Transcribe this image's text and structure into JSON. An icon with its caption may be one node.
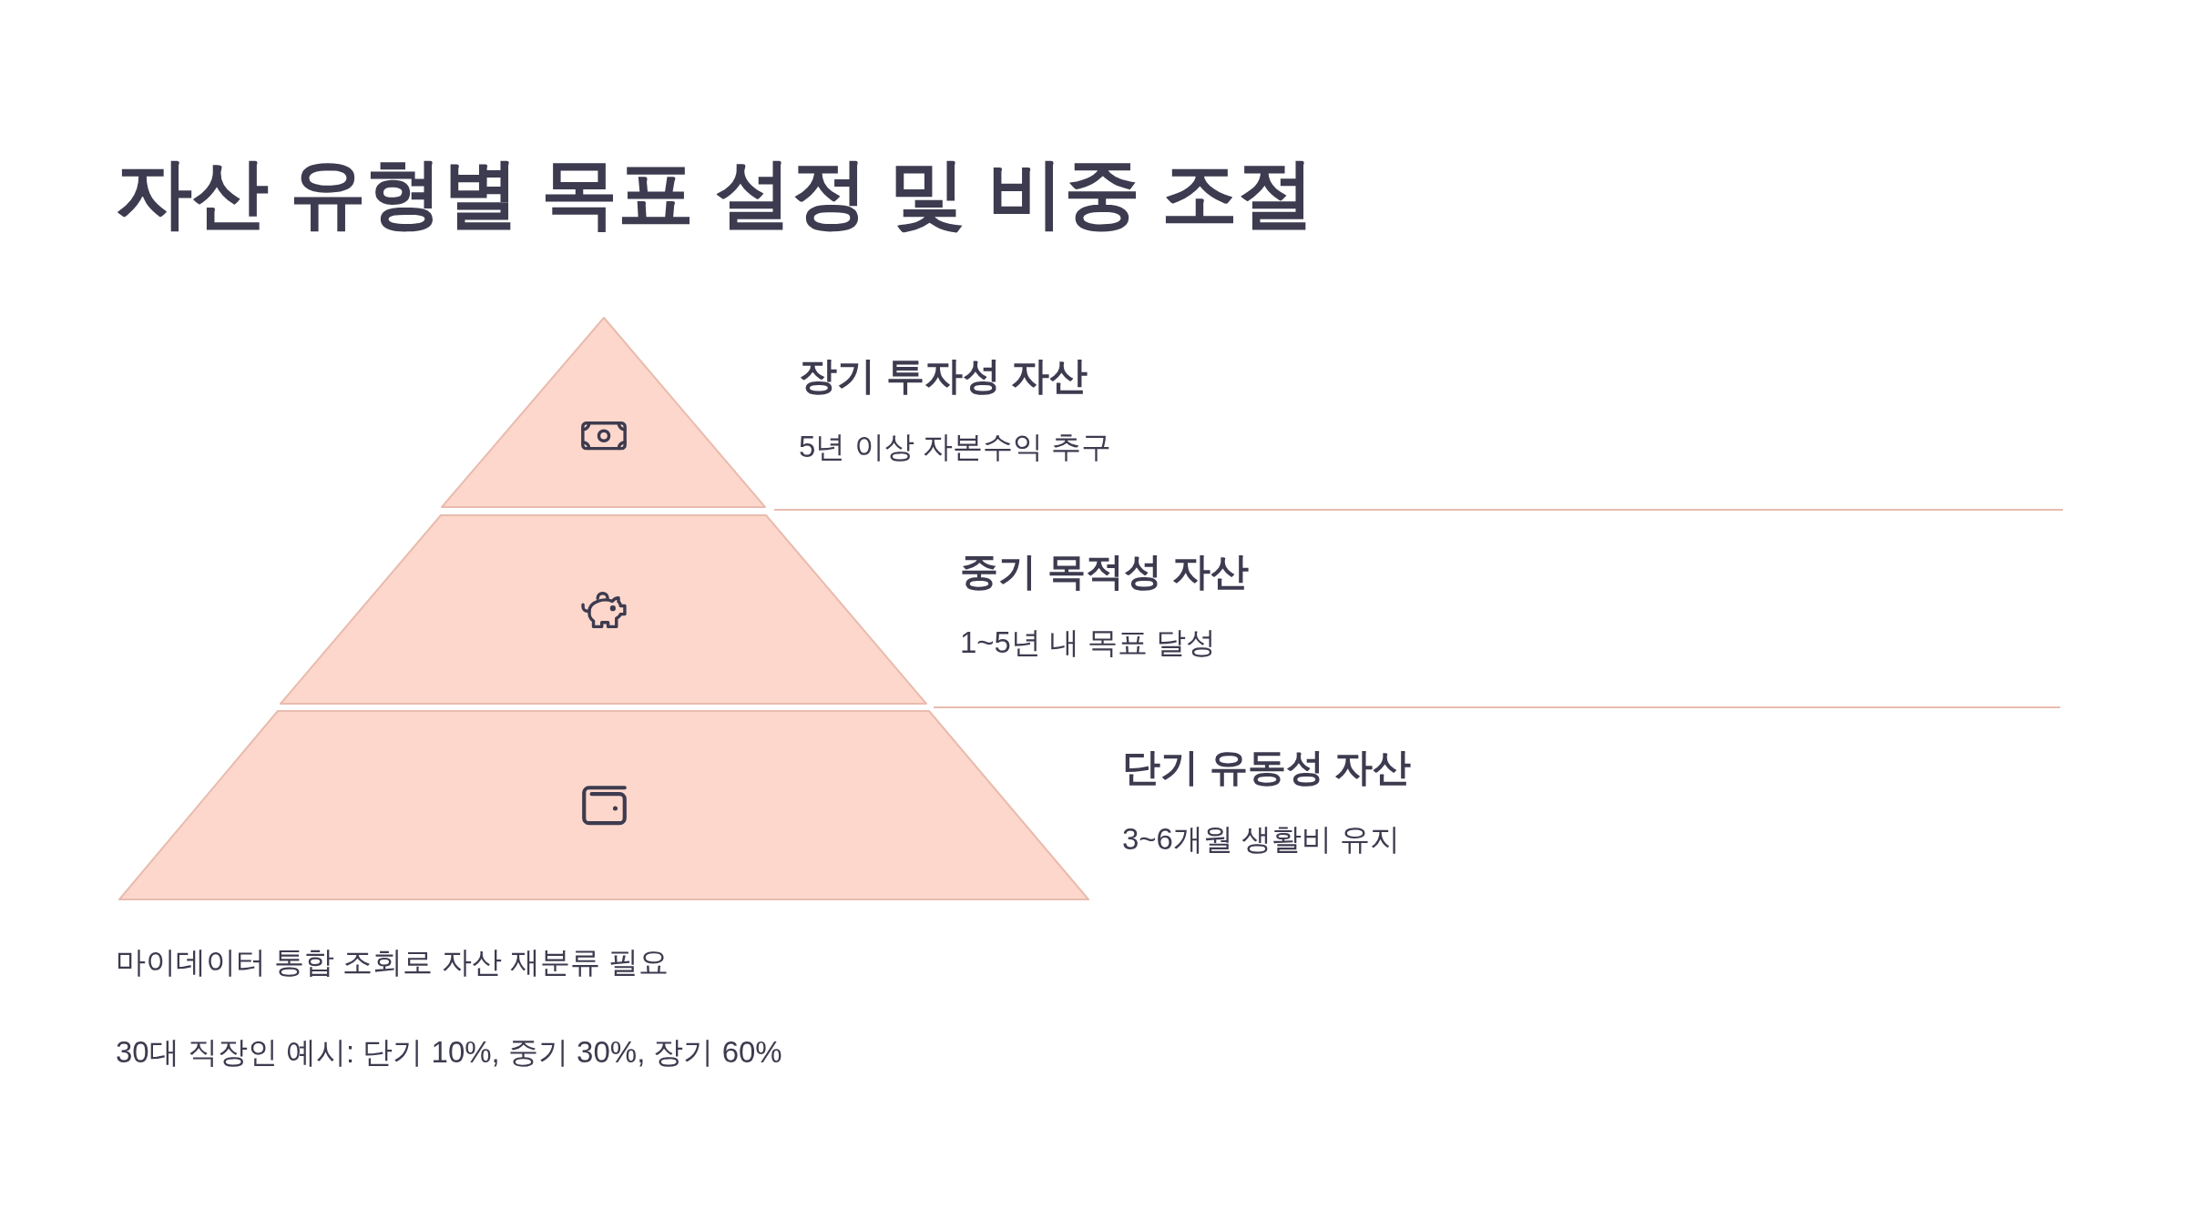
{
  "diagram": {
    "title": "자산 유형별 목표 설정 및 비중 조절",
    "nodes": [
      {
        "text": [
          "장기 투자성 자산",
          "5년 이상 자본수익 추구"
        ]
      },
      {
        "text": [
          "중기 목적성 자산",
          "1~5년 내 목표 달성"
        ]
      },
      {
        "text": [
          "단기 유동성 자산",
          "3~6개월 생활비 유지"
        ]
      }
    ],
    "labels": [
      "마이데이터 통합 조회로 자산 재분류 필요",
      "30대 직장인 예시: 단기 10%, 중기 30%, 장기 60%"
    ]
  }
}
